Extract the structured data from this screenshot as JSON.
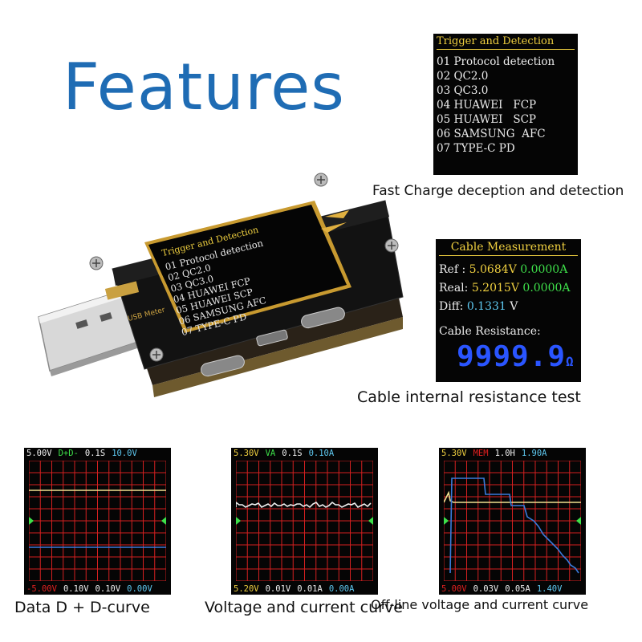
{
  "title": "Features",
  "trigger_panel": {
    "header": "Trigger and Detection",
    "items": [
      "01 Protocol detection",
      "02 QC2.0",
      "03 QC3.0",
      "04 HUAWEI   FCP",
      "05 HUAWEI   SCP",
      "06 SAMSUNG  AFC",
      "07 TYPE-C PD"
    ],
    "caption": "Fast Charge deception and detection"
  },
  "cable_panel": {
    "header": "Cable Measurement",
    "ref_label": "Ref :",
    "ref_v": "5.0684",
    "ref_a": "0.0000A",
    "real_label": "Real:",
    "real_v": "5.2015",
    "real_a": "0.0000A",
    "diff_label": "Diff:",
    "diff_v": "0.1331",
    "unit_v": "V",
    "resistance_label": "Cable Resistance:",
    "resistance_value": "9999.9",
    "resistance_unit": "Ω",
    "caption": "Cable internal resistance test"
  },
  "device": {
    "screen_header": "Trigger and Detection",
    "screen_items": [
      "01 Protocol detection",
      "02 QC2.0",
      "03 QC3.0",
      "04 HUAWEI    FCP",
      "05 HUAWEI    SCP",
      "06 SAMSUNG   AFC",
      "07 TYPE-C PD"
    ],
    "port_label": "USB Meter"
  },
  "graphs": [
    {
      "caption": "Data D + D-curve",
      "top": [
        "5.00V",
        "D+D-",
        "0.1S",
        "10.0V"
      ],
      "bottom": [
        "-5.00V",
        "0.10V",
        "0.10V",
        "0.00V"
      ],
      "colors": [
        "#f0f0f0",
        "#3ee04a",
        "#f0f0f0",
        "#5ec8f0"
      ]
    },
    {
      "caption": "Voltage and current curve",
      "top": [
        "5.30V",
        "VA",
        "0.1S",
        "0.10A"
      ],
      "bottom": [
        "5.20V",
        "0.01V",
        "0.01A",
        "0.00A"
      ],
      "colors": [
        "#f0d040",
        "#3ee04a",
        "#f0f0f0",
        "#5ec8f0"
      ]
    },
    {
      "caption": "Off-line voltage and current curve",
      "top": [
        "5.30V",
        "MEM",
        "1.0H",
        "1.90A"
      ],
      "bottom": [
        "5.00V",
        "0.03V",
        "0.05A",
        "1.40V"
      ],
      "colors": [
        "#f0d040",
        "#e02020",
        "#f0f0f0",
        "#5ec8f0"
      ]
    }
  ],
  "colors": {
    "title": "#1f6cb4",
    "grid": "#d42020",
    "yellow_trace": "#f0e090",
    "blue_trace": "#3a7bdc"
  }
}
